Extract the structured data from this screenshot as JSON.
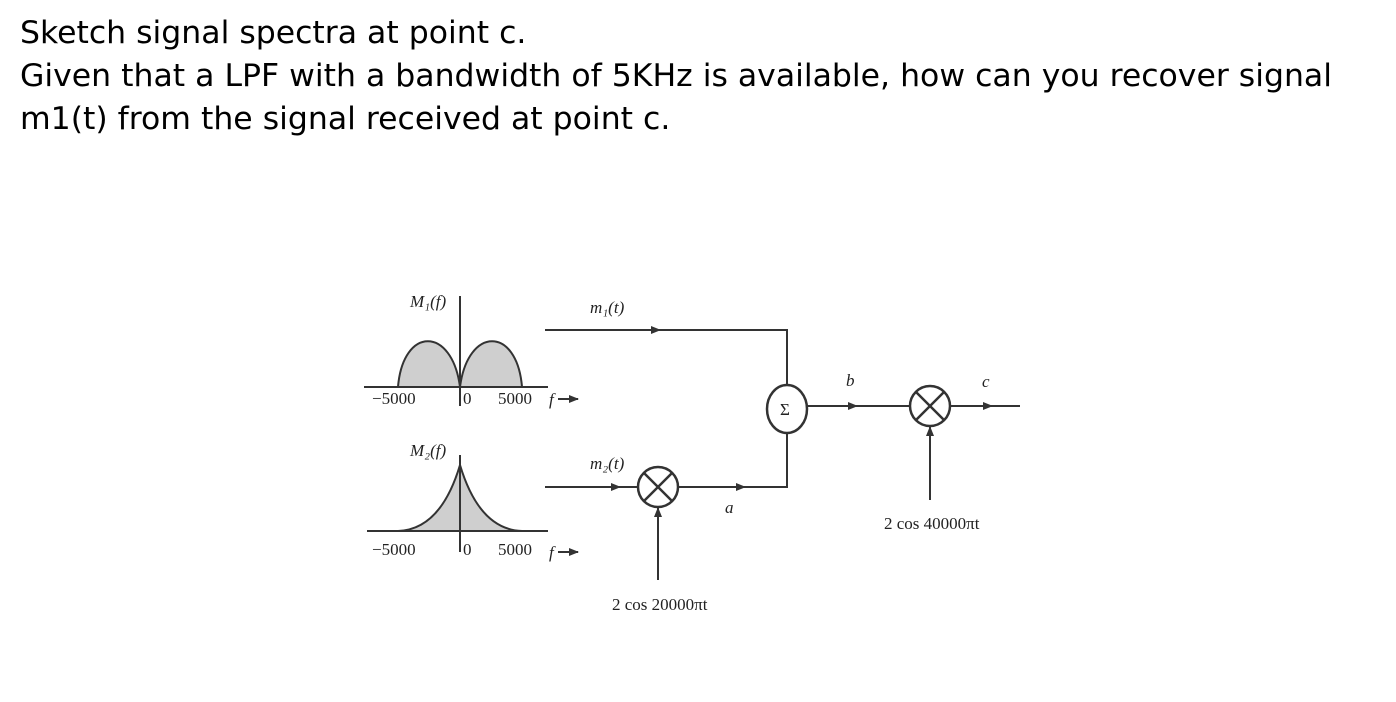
{
  "question": {
    "line1": "Sketch signal spectra at point c.",
    "line2": "Given that a LPF with a bandwidth of 5KHz is available, how can you recover signal",
    "line3": "m1(t) from the signal received at point c."
  },
  "diagram": {
    "spectrum1": {
      "title": "M₁(f)",
      "tick_neg": "−5000",
      "tick_zero": "0",
      "tick_pos": "5000",
      "axis": "f"
    },
    "spectrum2": {
      "title": "M₂(f)",
      "tick_neg": "−5000",
      "tick_zero": "0",
      "tick_pos": "5000",
      "axis": "f"
    },
    "signal1": "m₁(t)",
    "signal2": "m₂(t)",
    "summer_symbol": "Σ",
    "point_a": "a",
    "point_b": "b",
    "point_c": "c",
    "carrier1": "2 cos 20000πt",
    "carrier2": "2 cos 40000πt"
  }
}
